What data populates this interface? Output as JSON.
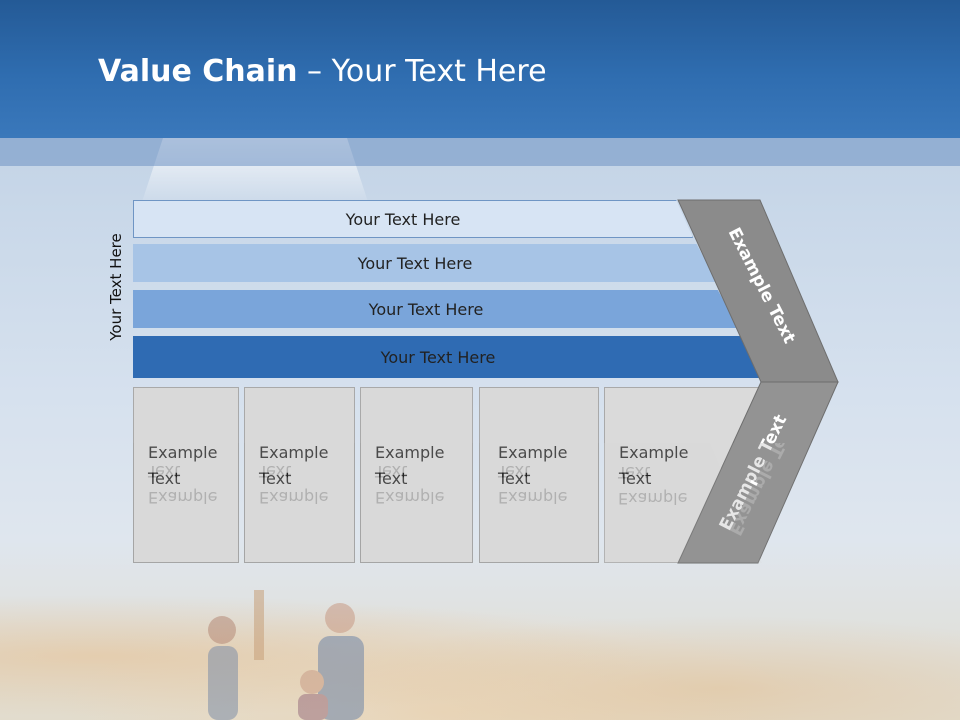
{
  "slide": {
    "title_bold": "Value Chain",
    "title_rest": " – Your Text Here",
    "side_label": "Your Text Here"
  },
  "bars": [
    {
      "label": "Your Text Here"
    },
    {
      "label": "Your Text Here"
    },
    {
      "label": "Your Text Here"
    },
    {
      "label": "Your Text Here"
    }
  ],
  "columns": [
    {
      "line1": "Example",
      "line2": "Text"
    },
    {
      "line1": "Example",
      "line2": "Text"
    },
    {
      "line1": "Example",
      "line2": "Text"
    },
    {
      "line1": "Example",
      "line2": "Text"
    },
    {
      "line1": "Example",
      "line2": "Text"
    }
  ],
  "chevron": {
    "upper_label": "Example Text",
    "lower_label": "Example Text"
  },
  "colors": {
    "header": "#2f6db0",
    "bar1": "#d7e4f4",
    "bar2": "#a7c4e6",
    "bar3": "#7aa5da",
    "bar4": "#2f6bb3",
    "chevron_upper": "#8a8a8a",
    "chevron_lower": "#939393",
    "column": "#d9d9d9"
  }
}
